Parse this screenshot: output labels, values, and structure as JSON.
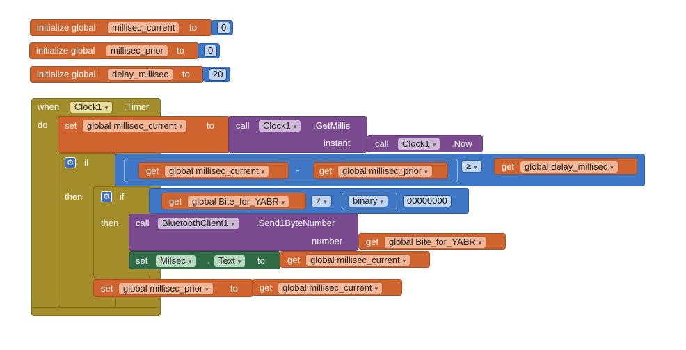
{
  "init_blocks": [
    {
      "label": "initialize global",
      "var": "millisec_current",
      "to": "to",
      "value": "0"
    },
    {
      "label": "initialize global",
      "var": "millisec_prior",
      "to": "to",
      "value": "0"
    },
    {
      "label": "initialize global",
      "var": "delay_millisec",
      "to": "to",
      "value": "20"
    }
  ],
  "event": {
    "when": "when",
    "component": "Clock1",
    "event": ".Timer",
    "do": "do"
  },
  "set1": {
    "set": "set",
    "var": "global millisec_current",
    "to": "to"
  },
  "call_getmillis": {
    "call": "call",
    "component": "Clock1",
    "method": ".GetMillis",
    "param": "instant"
  },
  "call_now": {
    "call": "call",
    "component": "Clock1",
    "method": ".Now"
  },
  "if1": {
    "if": "if",
    "then": "then"
  },
  "compare1": {
    "get": "get",
    "var_a": "global millisec_current",
    "minus": "-",
    "var_b": "global millisec_prior",
    "op": "≥",
    "var_c": "global delay_millisec"
  },
  "if2": {
    "if": "if",
    "then": "then"
  },
  "compare2": {
    "get": "get",
    "var": "global Bite_for_YABR",
    "op": "≠",
    "conv": "binary",
    "value": "00000000"
  },
  "bt_call": {
    "call": "call",
    "component": "BluetoothClient1",
    "method": ".Send1ByteNumber",
    "param": "number",
    "var": "global Bite_for_YABR"
  },
  "set_text": {
    "set": "set",
    "component": "Milsec",
    "dot": ".",
    "prop": "Text",
    "to": "to",
    "get": "get",
    "var": "global millisec_current"
  },
  "set_prior": {
    "set": "set",
    "var": "global millisec_prior",
    "to": "to",
    "get": "get",
    "value_var": "global millisec_current"
  },
  "arrow_glyph": "▾",
  "gear_glyph": "⚙",
  "colors": {
    "variable": "#d0642e",
    "math": "#3f77c7",
    "procedure": "#7a4c8f",
    "control": "#a28d2a",
    "component": "#2f6b45"
  }
}
